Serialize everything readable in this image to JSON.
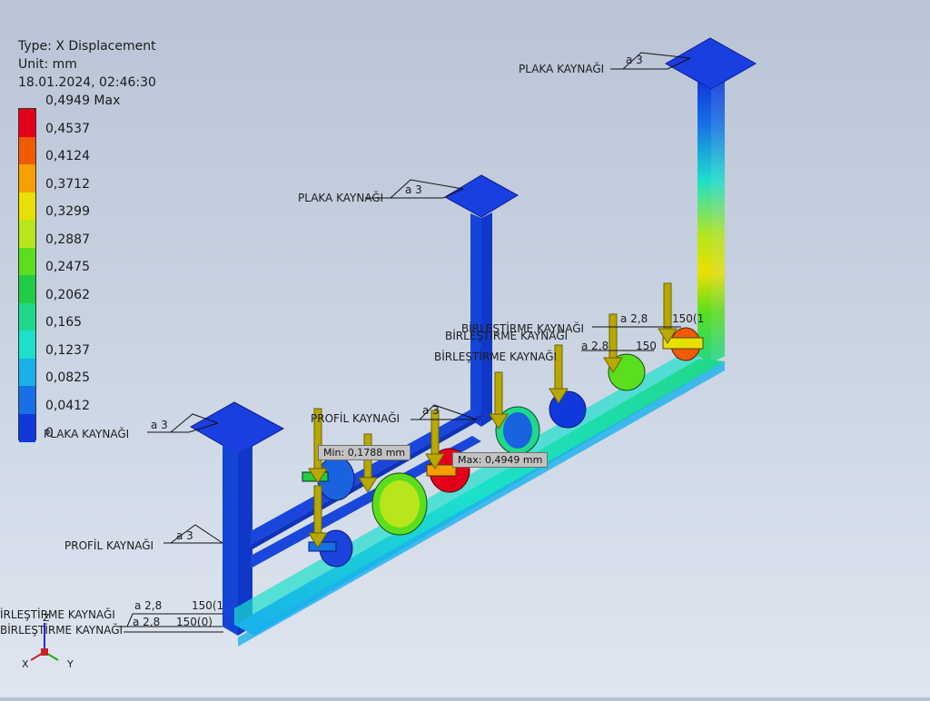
{
  "result_header": {
    "type_line": "Type: X Displacement",
    "unit_line": "Unit: mm",
    "date_line": "18.01.2024, 02:46:30"
  },
  "legend": {
    "values": [
      "0,4949 Max",
      "0,4537",
      "0,4124",
      "0,3712",
      "0,3299",
      "0,2887",
      "0,2475",
      "0,2062",
      "0,165",
      "0,1237",
      "0,0825",
      "0,0412",
      "0"
    ],
    "colors": [
      "#e3001a",
      "#f05a00",
      "#f5a000",
      "#e8e000",
      "#b8e61a",
      "#5ade1e",
      "#22cc45",
      "#20d88a",
      "#1ce0cc",
      "#1ab0ec",
      "#1670e6",
      "#1038dc"
    ]
  },
  "probes": {
    "min_label": "Min: 0,1788 mm",
    "max_label": "Max: 0,4949 mm"
  },
  "weld_labels": {
    "plaka": "PLAKA KAYNAĞI",
    "profil": "PROFİL KAYNAĞI",
    "birlestirme": "BİRLEŞTİRME KAYNAĞI",
    "birlestirme_clip": "İRLEŞTİRME KAYNAĞI",
    "a3": "a 3",
    "a28": "a 2,8",
    "len150": "150(1",
    "len150b": "150(0)",
    "len150c": "150",
    "len150d": "150(1",
    "overlap": "BİRLEŞTİRME KAYNAĞI"
  },
  "view_triad": {
    "x": "X",
    "y": "Y",
    "z": "Z"
  }
}
